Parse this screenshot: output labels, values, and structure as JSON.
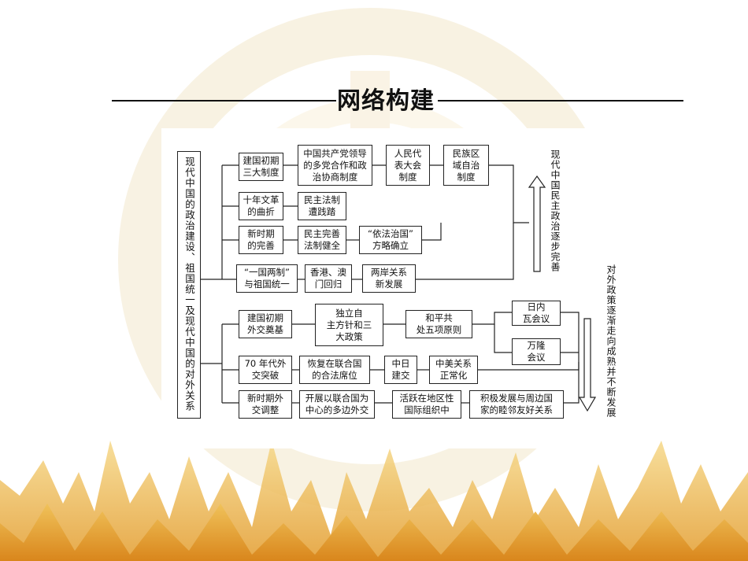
{
  "title": "网络构建",
  "root": "现代中国的政治建设、祖国统一及现代中国的对外关系",
  "politics": {
    "b1": "建国初期\n三大制度",
    "b1a": "中国共产党领导\n的多党合作和政\n治协商制度",
    "b1b": "人民代\n表大会\n制度",
    "b1c": "民族区\n域自治\n制度",
    "b2": "十年文革\n的曲折",
    "b2a": "民主法制\n遭践踏",
    "b3": "新时期\n的完善",
    "b3a": "民主完善\n法制健全",
    "b3b": "“依法治国”\n方略确立",
    "b4": "“一国两制”\n与祖国统一",
    "b4a": "香港、澳\n门回归",
    "b4b": "两岸关系\n新发展",
    "side": "现代中国民主政治逐步完善"
  },
  "foreign": {
    "f1": "建国初期\n外交奠基",
    "f1a": "独立自\n主方针和三\n大政策",
    "f1b": "和平共\n处五项原则",
    "f1c": "日内\n瓦会议",
    "f1d": "万隆\n会议",
    "f2": "70 年代外\n交突破",
    "f2a": "恢复在联合国\n的合法席位",
    "f2b": "中日\n建交",
    "f2c": "中美关系\n正常化",
    "f3": "新时期外\n交调整",
    "f3a": "开展以联合国为\n中心的多边外交",
    "f3b": "活跃在地区性\n国际组织中",
    "f3c": "积极发展与周边国\n家的睦邻友好关系",
    "side": "对外政策逐渐走向成熟并不断发展"
  },
  "colors": {
    "peak_gold": "#e2a72a",
    "peak_orange": "#e58a1f",
    "accent_light": "#f4d27a",
    "ring": "#f1e6c8"
  }
}
